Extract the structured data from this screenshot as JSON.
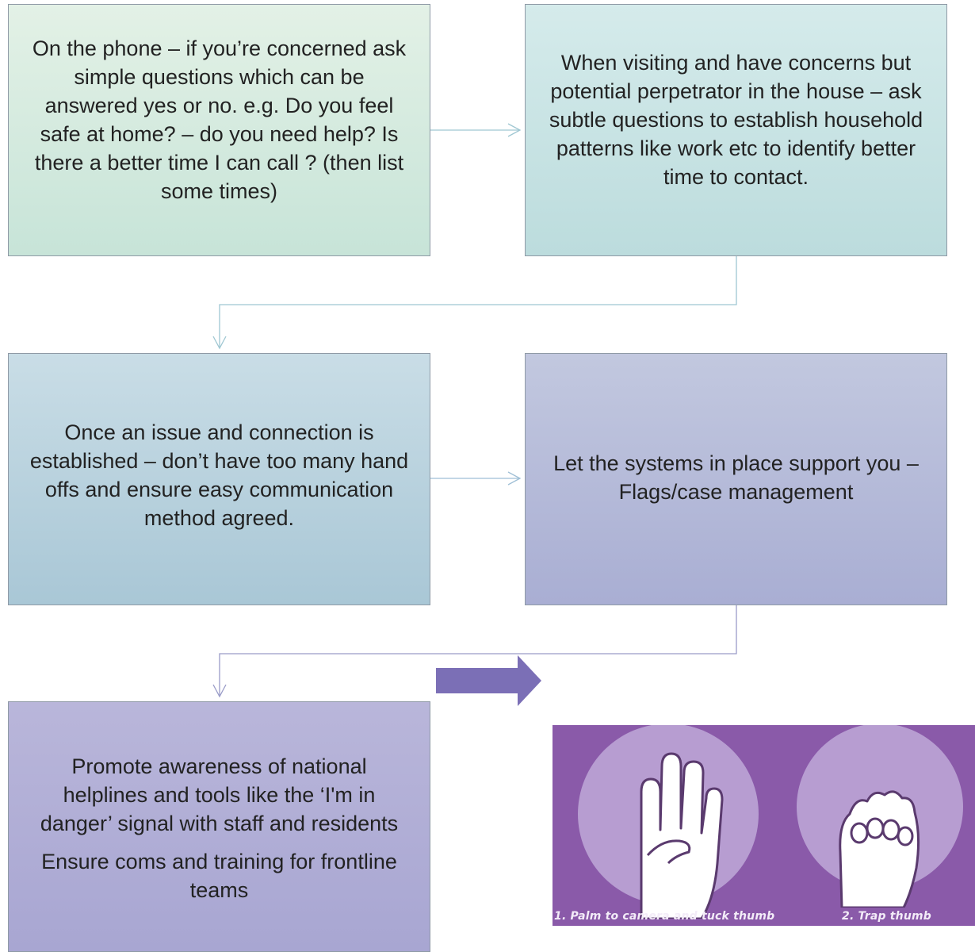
{
  "flow": {
    "step1": "On the phone – if you’re concerned ask simple  questions which can be answered yes or no. e.g. Do you feel safe at home? – do you need help? Is there a better time I can call ? (then list some times)",
    "step2": "When visiting and have concerns but potential perpetrator in the house – ask subtle questions to establish household patterns like work etc to identify better time to contact.",
    "step3": "Once an issue and connection is established – don’t have too many hand offs and ensure easy communication method agreed.",
    "step4": "Let the systems in place support you – Flags/case management",
    "step5_line1": "Promote awareness of national helplines and tools like the ‘I'm in danger’ signal with staff and residents",
    "step5_line2": "Ensure coms and training for frontline teams"
  },
  "signal_image": {
    "caption1": "1. Palm to camera and tuck thumb",
    "caption2": "2. Trap thumb",
    "background_color": "#8a5aa9",
    "circle_color": "#b79dd1"
  },
  "colors": {
    "connector": "#9fbfd6",
    "big_arrow": "#7b6fb6"
  }
}
